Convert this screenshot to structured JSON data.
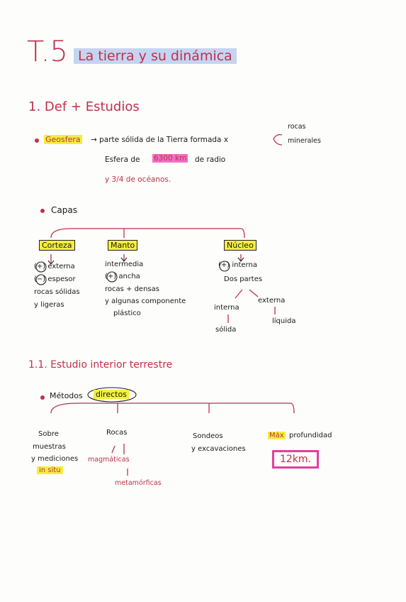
{
  "title": {
    "number": "T.5",
    "text": "La tierra y su dinámica"
  },
  "section1": {
    "heading": "1. Def + Estudios"
  },
  "geosfera": {
    "term": "Geosfera",
    "definition": "→ parte sólida de la Tierra formada x",
    "branch_top": "rocas",
    "branch_bottom": "minerales",
    "line2_pre": "Esfera de",
    "line2_hl": "6300 km",
    "line2_post": "de radio",
    "line3": "y 3/4 de océanos."
  },
  "capas": {
    "label": "Capas",
    "corteza": {
      "title": "Corteza",
      "l1": "(+) externa",
      "l2": "(−) espesor",
      "l3": "rocas sólidas",
      "l4": "y ligeras"
    },
    "manto": {
      "title": "Manto",
      "l1": "intermedia",
      "l2": "(+) ancha",
      "l3": "rocas + densas",
      "l4": "y algunas componente",
      "l5": "plástico"
    },
    "nucleo": {
      "title": "Núcleo",
      "l1": "(+) interna",
      "l2": "Dos partes",
      "interna": "interna",
      "externa": "externa",
      "solida": "sólida",
      "liquida": "líquida"
    }
  },
  "section11": {
    "heading": "1.1. Estudio interior terrestre"
  },
  "metodos": {
    "label": "Métodos",
    "type": "directos",
    "m1": {
      "l1": "Sobre",
      "l2": "muestras",
      "l3": "y mediciones",
      "l4": "in situ"
    },
    "m2": {
      "l1": "Rocas",
      "l2": "magmáticas",
      "l3": "metamórficas"
    },
    "m3": {
      "l1": "Sondeos",
      "l2": "y excavaciones"
    },
    "m4": {
      "hl": "Máx",
      "l1": "profundidad",
      "value": "12km."
    }
  }
}
